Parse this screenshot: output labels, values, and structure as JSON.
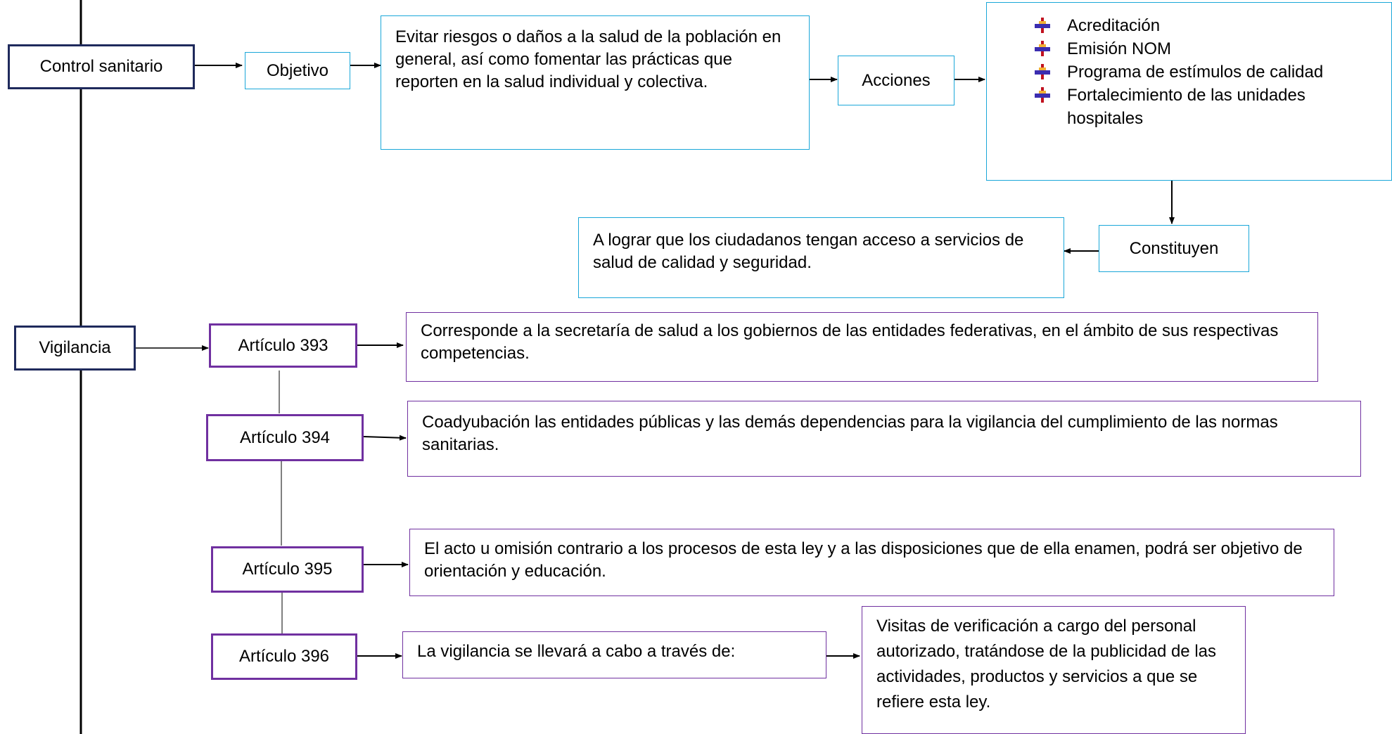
{
  "control_sanitario": {
    "label": "Control sanitario",
    "objetivo_label": "Objetivo",
    "objetivo_text": "Evitar riesgos o daños a la salud de la población en general, así como fomentar las prácticas que reporten en la salud individual y colectiva.",
    "acciones_label": "Acciones",
    "acciones_items": [
      "Acreditación",
      "Emisión NOM",
      "Programa de estímulos de calidad",
      "Fortalecimiento de las unidades hospitales"
    ],
    "constituyen_label": "Constituyen",
    "constituyen_text": "A lograr que los ciudadanos tengan acceso a servicios de salud de calidad y seguridad."
  },
  "vigilancia": {
    "label": "Vigilancia",
    "articulos": [
      {
        "label": "Artículo 393",
        "text": "Corresponde a la secretaría de salud a los gobiernos de las entidades federativas, en el ámbito de sus respectivas competencias."
      },
      {
        "label": "Artículo 394",
        "text": "Coadyubación las entidades públicas y las demás dependencias para la vigilancia del cumplimiento de las normas sanitarias."
      },
      {
        "label": "Artículo 395",
        "text": "El acto u omisión contrario a los procesos de esta ley y a las disposiciones que de ella enamen, podrá ser objetivo de orientación y educación."
      },
      {
        "label": "Artículo 396",
        "text": "La vigilancia se llevará a cabo a través de:"
      }
    ],
    "visitas_text": "Visitas de verificación a cargo del personal autorizado, tratándose de la publicidad de las actividades, productos y servicios a que se refiere esta ley."
  },
  "bullet_icon": "pushpin-icon",
  "colors": {
    "navy": "#1f2a5c",
    "cyan": "#1aa7d9",
    "purple": "#7030a0"
  }
}
